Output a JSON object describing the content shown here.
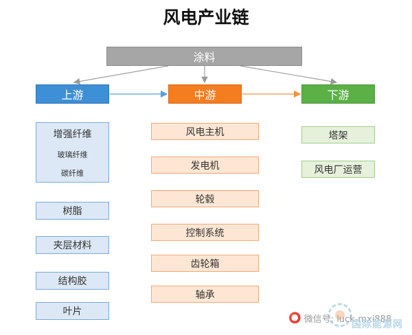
{
  "title": "风电产业链",
  "coating": "涂料",
  "stages": {
    "upstream": "上游",
    "midstream": "中游",
    "downstream": "下游"
  },
  "upstream_items": {
    "fiber_group": {
      "main": "增强纤维",
      "sub1": "玻璃纤维",
      "sub2": "碳纤维"
    },
    "resin": "树脂",
    "core": "夹层材料",
    "adhesive": "结构胶",
    "blade": "叶片"
  },
  "midstream_items": [
    "风电主机",
    "发电机",
    "轮毂",
    "控制系统",
    "齿轮箱",
    "轴承"
  ],
  "downstream_items": [
    "塔架",
    "风电厂运营"
  ],
  "watermark": {
    "text": "微信号: luck-mxi888",
    "logo": "国际能源网"
  },
  "colors": {
    "upstream": "#3d8fd6",
    "midstream": "#f47d20",
    "downstream": "#5bb046",
    "coating": "#a6a6a6"
  }
}
